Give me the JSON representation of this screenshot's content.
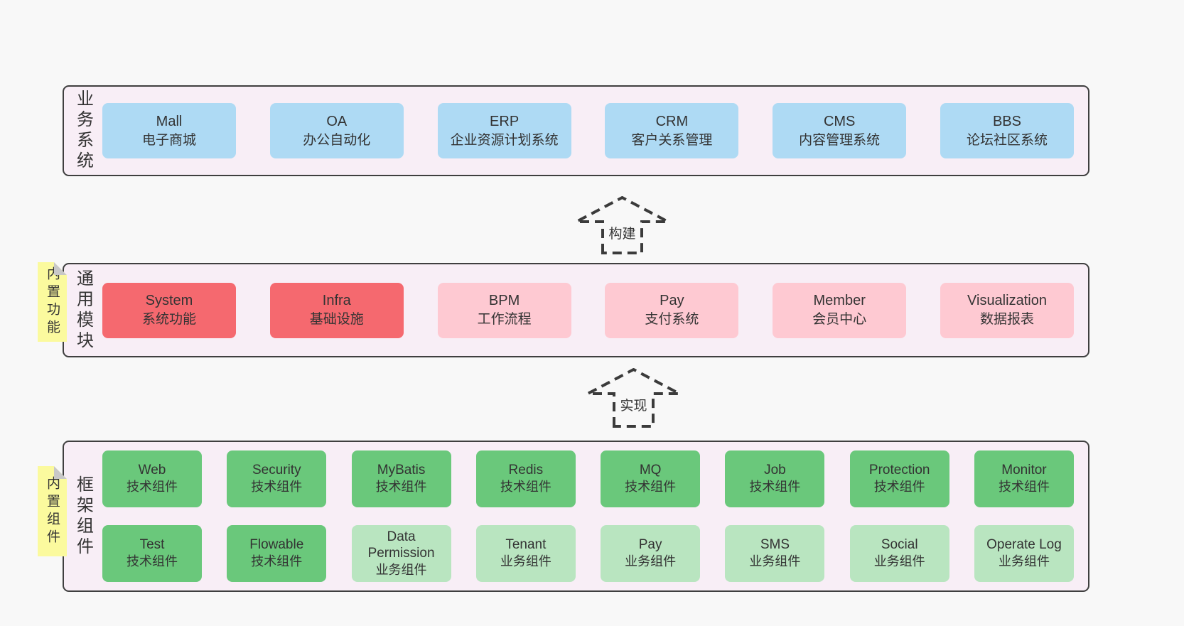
{
  "colors": {
    "page": "#f8f8f8",
    "panel": "#f8eef6",
    "blue": "#aedaf4",
    "red": "#f5696f",
    "pink": "#fec9d2",
    "green_dark": "#6ac87b",
    "green_light": "#b9e5c0",
    "yellow": "#fbfa9e",
    "fold": "#c8c8c8"
  },
  "arrows": [
    {
      "label": "构建"
    },
    {
      "label": "实现"
    }
  ],
  "notes": [
    {
      "text": "内置功能"
    },
    {
      "text": "内置组件"
    }
  ],
  "layers": [
    {
      "label": "业务系统",
      "rows": [
        [
          {
            "name": "Mall",
            "desc": "电子商城"
          },
          {
            "name": "OA",
            "desc": "办公自动化"
          },
          {
            "name": "ERP",
            "desc": "企业资源计划系统"
          },
          {
            "name": "CRM",
            "desc": "客户关系管理"
          },
          {
            "name": "CMS",
            "desc": "内容管理系统"
          },
          {
            "name": "BBS",
            "desc": "论坛社区系统"
          }
        ]
      ]
    },
    {
      "label": "通用模块",
      "rows": [
        [
          {
            "name": "System",
            "desc": "系统功能"
          },
          {
            "name": "Infra",
            "desc": "基础设施"
          },
          {
            "name": "BPM",
            "desc": "工作流程"
          },
          {
            "name": "Pay",
            "desc": "支付系统"
          },
          {
            "name": "Member",
            "desc": "会员中心"
          },
          {
            "name": "Visualization",
            "desc": "数据报表"
          }
        ]
      ]
    },
    {
      "label": "框架组件",
      "rows": [
        [
          {
            "name": "Web",
            "desc": "技术组件"
          },
          {
            "name": "Security",
            "desc": "技术组件"
          },
          {
            "name": "MyBatis",
            "desc": "技术组件"
          },
          {
            "name": "Redis",
            "desc": "技术组件"
          },
          {
            "name": "MQ",
            "desc": "技术组件"
          },
          {
            "name": "Job",
            "desc": "技术组件"
          },
          {
            "name": "Protection",
            "desc": "技术组件"
          },
          {
            "name": "Monitor",
            "desc": "技术组件"
          }
        ],
        [
          {
            "name": "Test",
            "desc": "技术组件"
          },
          {
            "name": "Flowable",
            "desc": "技术组件"
          },
          {
            "name": "Data Permission",
            "desc": "业务组件"
          },
          {
            "name": "Tenant",
            "desc": "业务组件"
          },
          {
            "name": "Pay",
            "desc": "业务组件"
          },
          {
            "name": "SMS",
            "desc": "业务组件"
          },
          {
            "name": "Social",
            "desc": "业务组件"
          },
          {
            "name": "Operate Log",
            "desc": "业务组件"
          }
        ]
      ]
    }
  ]
}
